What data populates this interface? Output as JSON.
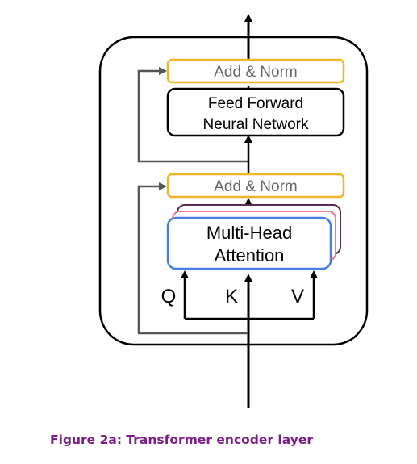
{
  "diagram": {
    "add_norm_top": "Add & Norm",
    "ffn_line1": "Feed Forward",
    "ffn_line2": "Neural Network",
    "add_norm_bottom": "Add & Norm",
    "attention_line1": "Multi-Head",
    "attention_line2": "Attention",
    "q_label": "Q",
    "k_label": "K",
    "v_label": "V"
  },
  "caption": "Figure 2a: Transformer encoder layer",
  "colors": {
    "add_norm_border": "#f0b429",
    "attention_border": "#4a7fe0",
    "attention_stack_pink": "#e87b8a",
    "attention_stack_dark": "#5a2a50",
    "residual_line": "#555555",
    "caption": "#7a1f86"
  }
}
